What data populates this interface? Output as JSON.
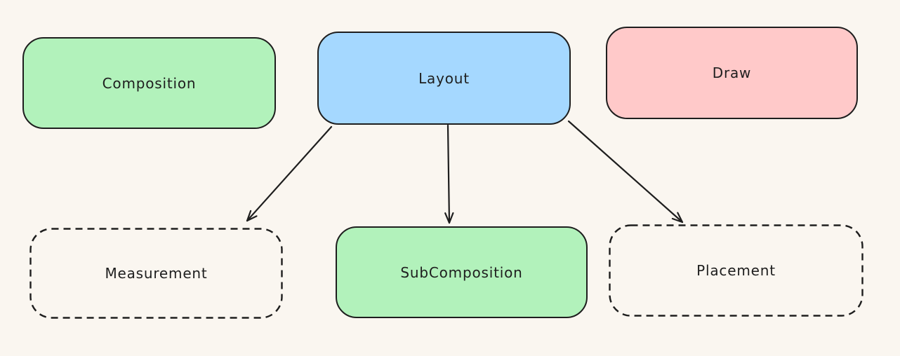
{
  "canvas": {
    "background_color": "#faf6f0",
    "stroke_color": "#1e1e1e"
  },
  "diagram": {
    "type": "flowchart",
    "nodes": [
      {
        "id": "composition",
        "label": "Composition",
        "fill": "#b2f2bb",
        "border_style": "solid"
      },
      {
        "id": "layout",
        "label": "Layout",
        "fill": "#a5d8ff",
        "border_style": "solid"
      },
      {
        "id": "draw",
        "label": "Draw",
        "fill": "#ffc9c9",
        "border_style": "solid"
      },
      {
        "id": "measurement",
        "label": "Measurement",
        "fill": "transparent",
        "border_style": "dashed"
      },
      {
        "id": "subcomposition",
        "label": "SubComposition",
        "fill": "#b2f2bb",
        "border_style": "solid"
      },
      {
        "id": "placement",
        "label": "Placement",
        "fill": "transparent",
        "border_style": "dashed"
      }
    ],
    "edges": [
      {
        "from": "Layout",
        "to": "Measurement"
      },
      {
        "from": "Layout",
        "to": "SubComposition"
      },
      {
        "from": "Layout",
        "to": "Placement"
      }
    ]
  }
}
